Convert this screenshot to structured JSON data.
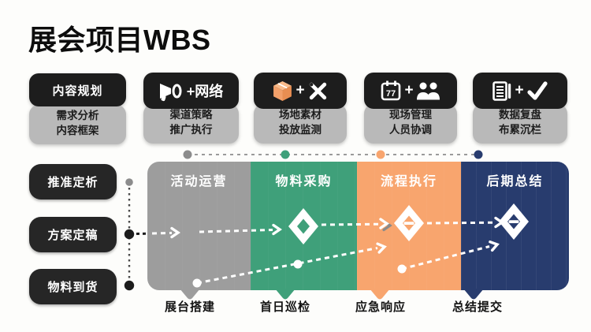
{
  "title": "展会项目WBS",
  "plus": "+",
  "left_panel": {
    "card": {
      "header": "内容规划",
      "line1": "需求分析",
      "line2": "内容框架"
    },
    "pills": [
      "推准定析",
      "方案定稿",
      "物料到货"
    ]
  },
  "top_cards": [
    {
      "icon": "megaphone-icon",
      "suffix": "+网络",
      "line1": "渠道策略",
      "line2": "推广执行"
    },
    {
      "icons": [
        "package-icon",
        "tools-icon"
      ],
      "line1": "场地素材",
      "line2": "投放监测"
    },
    {
      "icons": [
        "calendar-icon",
        "users-icon"
      ],
      "calendar_number": "77",
      "line1": "现场管理",
      "line2": "人员协调"
    },
    {
      "icons": [
        "document-icon",
        "check-icon"
      ],
      "line1": "数据复盘",
      "line2": "布累沉栏"
    }
  ],
  "columns": [
    {
      "title": "活动运营",
      "bottom_label": "展台搭建",
      "color": "#9d9d9d",
      "milestone_diamond": false
    },
    {
      "title": "物料采购",
      "bottom_label": "首日巡检",
      "color": "#3fa07a",
      "milestone_diamond": true
    },
    {
      "title": "流程执行",
      "bottom_label": "应急响应",
      "color": "#f8a56e",
      "milestone_diamond": true
    },
    {
      "title": "后期总结",
      "bottom_label": "总结提交",
      "color": "#283c6e",
      "milestone_diamond": true
    }
  ],
  "accent_colors": {
    "gray": "#9d9d9d",
    "green": "#3fa07a",
    "orange": "#f8a56e",
    "navy": "#283c6e",
    "card_header_black": "#1d1d1d",
    "card_body_gray": "#b9b9b9",
    "pill_black": "#262626"
  }
}
